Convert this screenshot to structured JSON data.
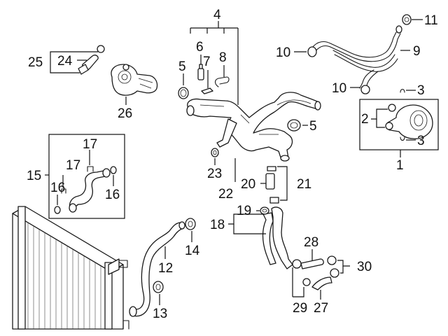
{
  "callouts": {
    "c1": "1",
    "c2": "2",
    "c3a": "3",
    "c3b": "3",
    "c4": "4",
    "c5a": "5",
    "c5b": "5",
    "c6": "6",
    "c7": "7",
    "c8": "8",
    "c9": "9",
    "c10a": "10",
    "c10b": "10",
    "c11": "11",
    "c12": "12",
    "c13": "13",
    "c14": "14",
    "c15": "15",
    "c16a": "16",
    "c16b": "16",
    "c17a": "17",
    "c17b": "17",
    "c18": "18",
    "c19": "19",
    "c20": "20",
    "c21": "21",
    "c22": "22",
    "c23": "23",
    "c24": "24",
    "c25": "25",
    "c26": "26",
    "c27": "27",
    "c28": "28",
    "c29": "29",
    "c30": "30"
  }
}
